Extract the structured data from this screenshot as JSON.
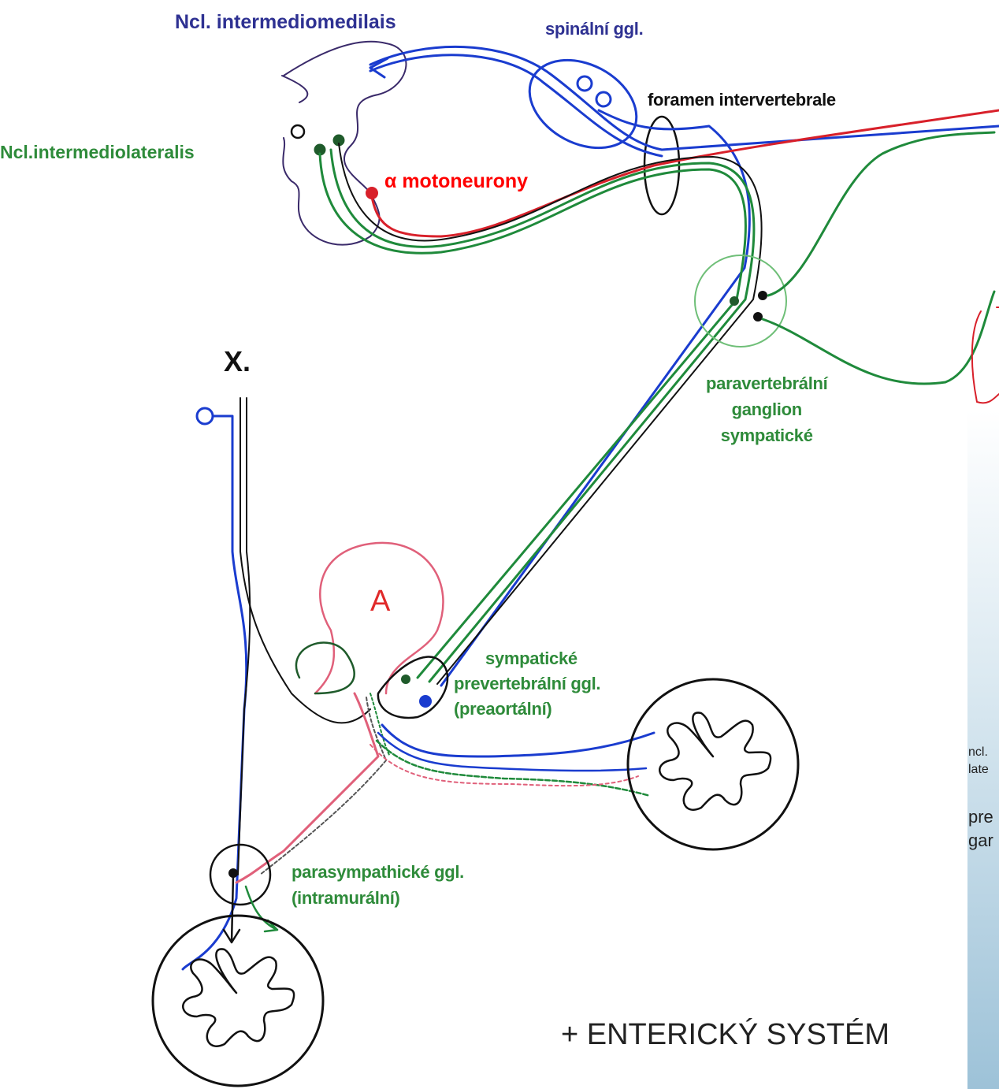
{
  "labels": {
    "ncl_intermediomedialis": "Ncl. intermediomedilais",
    "spinalni_ggl": "spinální ggl.",
    "foramen": "foramen intervertebrale",
    "ncl_intermediolateralis": "Ncl.intermediolateralis",
    "alpha_motoneurony": "α motoneurony",
    "x_nerve": "X.",
    "paravertebral": [
      "paravertebrální",
      "ganglion",
      "sympatické"
    ],
    "a_label": "A",
    "prevertebral": [
      "sympatické",
      "prevertebrální ggl.",
      "(preaortální)"
    ],
    "parasympathetic": [
      "parasympathické ggl.",
      "(intramurální)"
    ],
    "enteric": "+ ENTERICKÝ SYSTÉM",
    "side_fragments": [
      "ncl.",
      "late",
      "pre",
      "gar"
    ]
  },
  "colors": {
    "blue_label": "#2e3192",
    "green_label": "#2e8b3a",
    "red_label": "#ff0000",
    "sensory_blue": "#1a3ccf",
    "sympathetic_green": "#1f8a3b",
    "motor_red": "#d8202a",
    "aorta_pink": "#e0607a",
    "outline_black": "#111111",
    "ganglion_green": "#6fbf78"
  }
}
